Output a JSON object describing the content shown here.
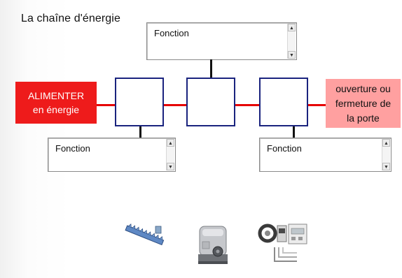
{
  "title": "La chaîne d'énergie",
  "function_boxes": [
    {
      "label": "Fonction"
    },
    {
      "label": "Fonction"
    },
    {
      "label": "Fonction"
    }
  ],
  "input": {
    "line1": "ALIMENTER",
    "line2": "en énergie"
  },
  "output": {
    "line1": "ouverture ou",
    "line2": "fermeture de",
    "line3": "la porte"
  },
  "colors": {
    "input_bg": "#ee1b1b",
    "output_bg": "#ffa0a0",
    "energy_line": "#e60000",
    "block_border": "#1a237e"
  },
  "images": [
    "rack-gear-image",
    "motor-unit-image",
    "electrical-components-image"
  ]
}
